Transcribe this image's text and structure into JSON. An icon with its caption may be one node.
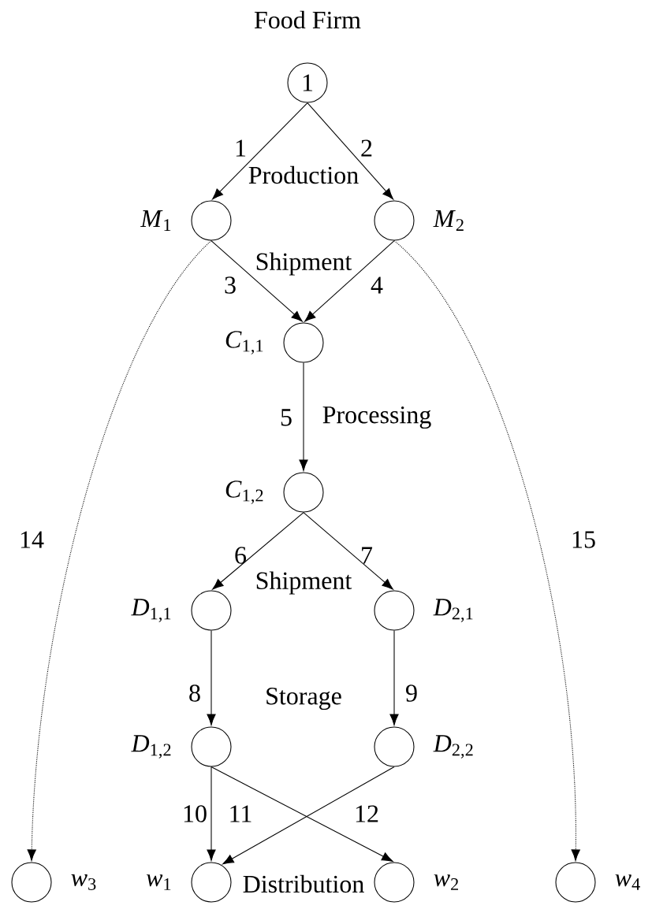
{
  "diagram": {
    "title": "Food Firm",
    "nodes": [
      {
        "text": [
          "1"
        ]
      },
      {
        "text": [],
        "shape": "circle",
        "beside": [
          "*M*$_{1}$"
        ]
      },
      {
        "text": [],
        "shape": "circle",
        "beside": [
          "*M*$_{2}$"
        ]
      },
      {
        "text": [],
        "shape": "circle",
        "beside": [
          "*C*$_{1,1}$"
        ]
      },
      {
        "text": [],
        "shape": "circle",
        "beside": [
          "*C*$_{1,2}$"
        ]
      },
      {
        "text": [],
        "shape": "circle",
        "beside": [
          "*D*$_{1,1}$"
        ]
      },
      {
        "text": [],
        "shape": "circle",
        "beside": [
          "*D*$_{2,1}$"
        ]
      },
      {
        "text": [],
        "shape": "circle",
        "beside": [
          "*D*$_{1,2}$"
        ]
      },
      {
        "text": [],
        "shape": "circle",
        "beside": [
          "*D*$_{2,2}$"
        ]
      },
      {
        "text": [],
        "shape": "circle",
        "beside": [
          "*w*$_{3}$"
        ]
      },
      {
        "text": [],
        "shape": "circle",
        "beside": [
          "*w*$_{1}$"
        ]
      },
      {
        "text": [],
        "shape": "circle",
        "beside": [
          "*w*$_{2}$"
        ]
      },
      {
        "text": [],
        "shape": "circle",
        "beside": [
          "*w*$_{4}$"
        ]
      }
    ],
    "edges": [
      {
        "from": 0,
        "to": 1,
        "arrow": "to",
        "label": "1"
      },
      {
        "from": 0,
        "to": 2,
        "arrow": "to",
        "label": "2"
      },
      {
        "from": 1,
        "to": 3,
        "arrow": "to",
        "label": "3"
      },
      {
        "from": 2,
        "to": 3,
        "arrow": "to",
        "label": "4"
      },
      {
        "from": 3,
        "to": 4,
        "arrow": "to",
        "label": "5"
      },
      {
        "from": 4,
        "to": 5,
        "arrow": "to",
        "label": "6"
      },
      {
        "from": 4,
        "to": 6,
        "arrow": "to",
        "label": "7"
      },
      {
        "from": 5,
        "to": 7,
        "arrow": "to",
        "label": "8"
      },
      {
        "from": 6,
        "to": 8,
        "arrow": "to",
        "label": "9"
      },
      {
        "from": 7,
        "to": 10,
        "arrow": "to",
        "label": "10"
      },
      {
        "from": 7,
        "to": 11,
        "arrow": "to",
        "label": "11"
      },
      {
        "from": 8,
        "to": 10,
        "arrow": "to",
        "label": "12"
      },
      {
        "from": 1,
        "to": 9,
        "arrow": "to",
        "label": "14",
        "style": "dashed"
      },
      {
        "from": 2,
        "to": 12,
        "arrow": "to",
        "label": "15",
        "style": "dashed"
      }
    ],
    "labels": [
      "Production",
      "Shipment",
      "Processing",
      "Shipment",
      "Storage",
      "Distribution"
    ]
  }
}
